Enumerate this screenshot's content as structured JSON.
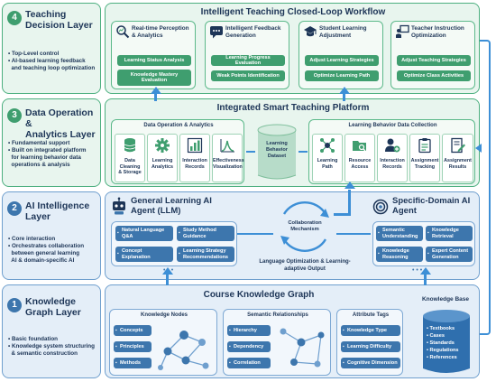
{
  "layers": [
    {
      "num": "4",
      "title": [
        "Teaching",
        "Decision Layer"
      ],
      "bullets": [
        "• Top-Level control",
        "• AI-based learning feedback",
        "  and teaching loop optimization"
      ],
      "color": "#3f9e6f"
    },
    {
      "num": "3",
      "title": [
        "Data Operation &",
        "Analytics Layer"
      ],
      "bullets": [
        "• Fundamental support",
        "• Built on integrated platform",
        "  for learning behavior data",
        "  operations & analysis"
      ],
      "color": "#3f9e6f"
    },
    {
      "num": "2",
      "title": [
        "AI Intelligence",
        "Layer"
      ],
      "bullets": [
        "• Core interaction",
        "• Orchestrates collaboration",
        "  between general learning",
        "  AI & domain-specific AI"
      ],
      "color": "#3d76ad"
    },
    {
      "num": "1",
      "title": [
        "Knowledge",
        "Graph Layer"
      ],
      "bullets": [
        "• Basic foundation",
        "• Knowledge system structuring",
        "  & semantic construction"
      ],
      "color": "#3d76ad"
    }
  ],
  "workflow": {
    "title": "Intelligent Teaching Closed-Loop Workflow",
    "steps": [
      {
        "title": [
          "Real-time Perception",
          "& Analytics"
        ],
        "items": [
          "Learning Status Analysis",
          "Knowledge Mastery Evaluation"
        ]
      },
      {
        "title": [
          "Intelligent Feedback",
          "Generation"
        ],
        "items": [
          "Learning Progress Evaluation",
          "Weak Points Identification"
        ]
      },
      {
        "title": [
          "Student Learning",
          "Adjustment"
        ],
        "items": [
          "Adjust Learning Strategies",
          "Optimize Learning Path"
        ]
      },
      {
        "title": [
          "Teacher Instruction",
          "Optimization"
        ],
        "items": [
          "Adjust Teaching Strategies",
          "Optimize Class Activities"
        ]
      }
    ]
  },
  "platform": {
    "title": "Integrated Smart Teaching Platform",
    "ops_title": "Data Operation & Analytics",
    "ops": [
      [
        "Data Cleaning",
        "& Storage"
      ],
      [
        "Learning",
        "Analytics"
      ],
      [
        "Interaction",
        "Records"
      ],
      [
        "Effectiveness",
        "Visualization"
      ]
    ],
    "dataset": [
      "Learning",
      "Behavior",
      "Dataset"
    ],
    "collect_title": "Learning Behavior Data Collection",
    "collect": [
      [
        "Learning",
        "Path"
      ],
      [
        "Resource",
        "Access"
      ],
      [
        "Interaction",
        "Records"
      ],
      [
        "Assignment",
        "Tracking"
      ],
      [
        "Assignment",
        "Results"
      ]
    ]
  },
  "ai": {
    "general_title": [
      "General Learning AI",
      "Agent (LLM)"
    ],
    "general_items": [
      [
        "Natural Language",
        "Q&A"
      ],
      [
        "Study Method",
        "Guidance"
      ],
      [
        "Concept Explanation"
      ],
      [
        "Learning Strategy",
        "Recommendations"
      ]
    ],
    "collab": [
      "Collaboration",
      "Mechanism"
    ],
    "output": [
      "Language Optimization & Learning-",
      "adaptive Output"
    ],
    "specific_title": [
      "Specific-Domain AI",
      "Agent"
    ],
    "specific_items": [
      [
        "Semantic",
        "Understanding"
      ],
      [
        "Knowledge",
        "Retrieval"
      ],
      [
        "Knowledge",
        "Reasoning"
      ],
      [
        "Expert Content",
        "Generation"
      ]
    ],
    "dots": "• • •"
  },
  "kg": {
    "title": "Course Knowledge Graph",
    "nodes_title": "Knowledge Nodes",
    "nodes": [
      "Concepts",
      "Principles",
      "Methods"
    ],
    "sem_title": "Semantic Relationships",
    "sem": [
      "Hierarchy",
      "Dependency",
      "Correlation"
    ],
    "attr_title": "Attribute Tags",
    "attr": [
      "Knowledge Type",
      "Learning Difficulty",
      "Cognitive Dimension"
    ],
    "kb_title": "Knowledge Base",
    "kb": [
      "• Textbooks",
      "• Cases",
      "• Standards",
      "• Regulations",
      "• References"
    ]
  }
}
